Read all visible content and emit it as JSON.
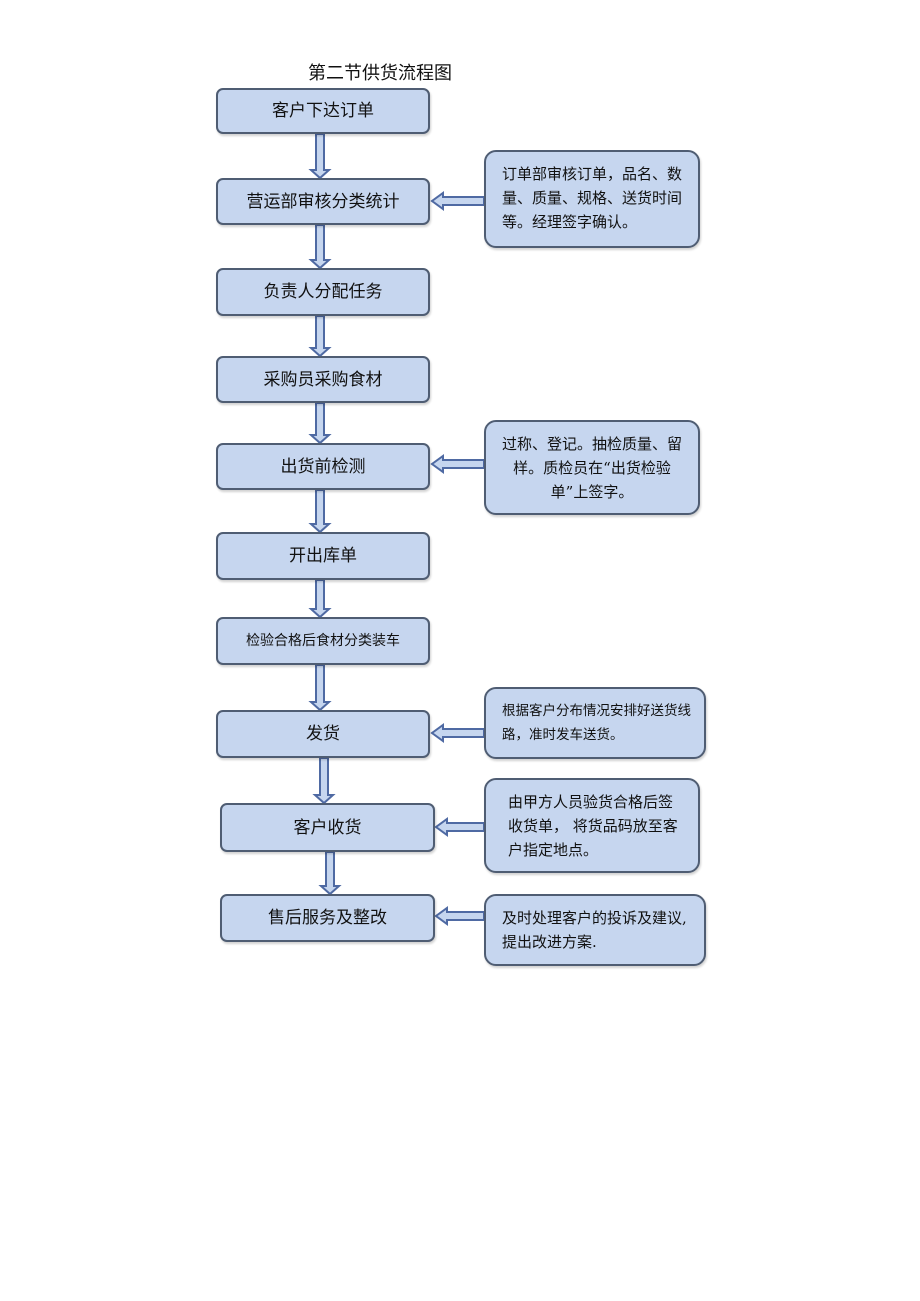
{
  "title": "第二节供货流程图",
  "steps": [
    "客户下达订单",
    "营运部审核分类统计",
    "负责人分配任务",
    "采购员采购食材",
    "出货前检测",
    "开出库单",
    "检验合格后食材分类装车",
    "发货",
    "客户收货",
    "售后服务及整改"
  ],
  "notes": [
    "订单部审核订单，品名、数量、质量、规格、送货时间等。经理签字确认。",
    "过称、登记。抽检质量、留样。质检员在“出货检验单”上签字。",
    "根据客户分布情况安排好送货线路，准时发车送货。",
    "由甲方人员验货合格后签收货单， 将货品码放至客户指定地点。",
    "及时处理客户的投诉及建议, 提出改进方案."
  ],
  "colors": {
    "box_fill": "#c6d6ef",
    "box_border": "#4f5d73",
    "arrow": "#4f6aa3"
  }
}
